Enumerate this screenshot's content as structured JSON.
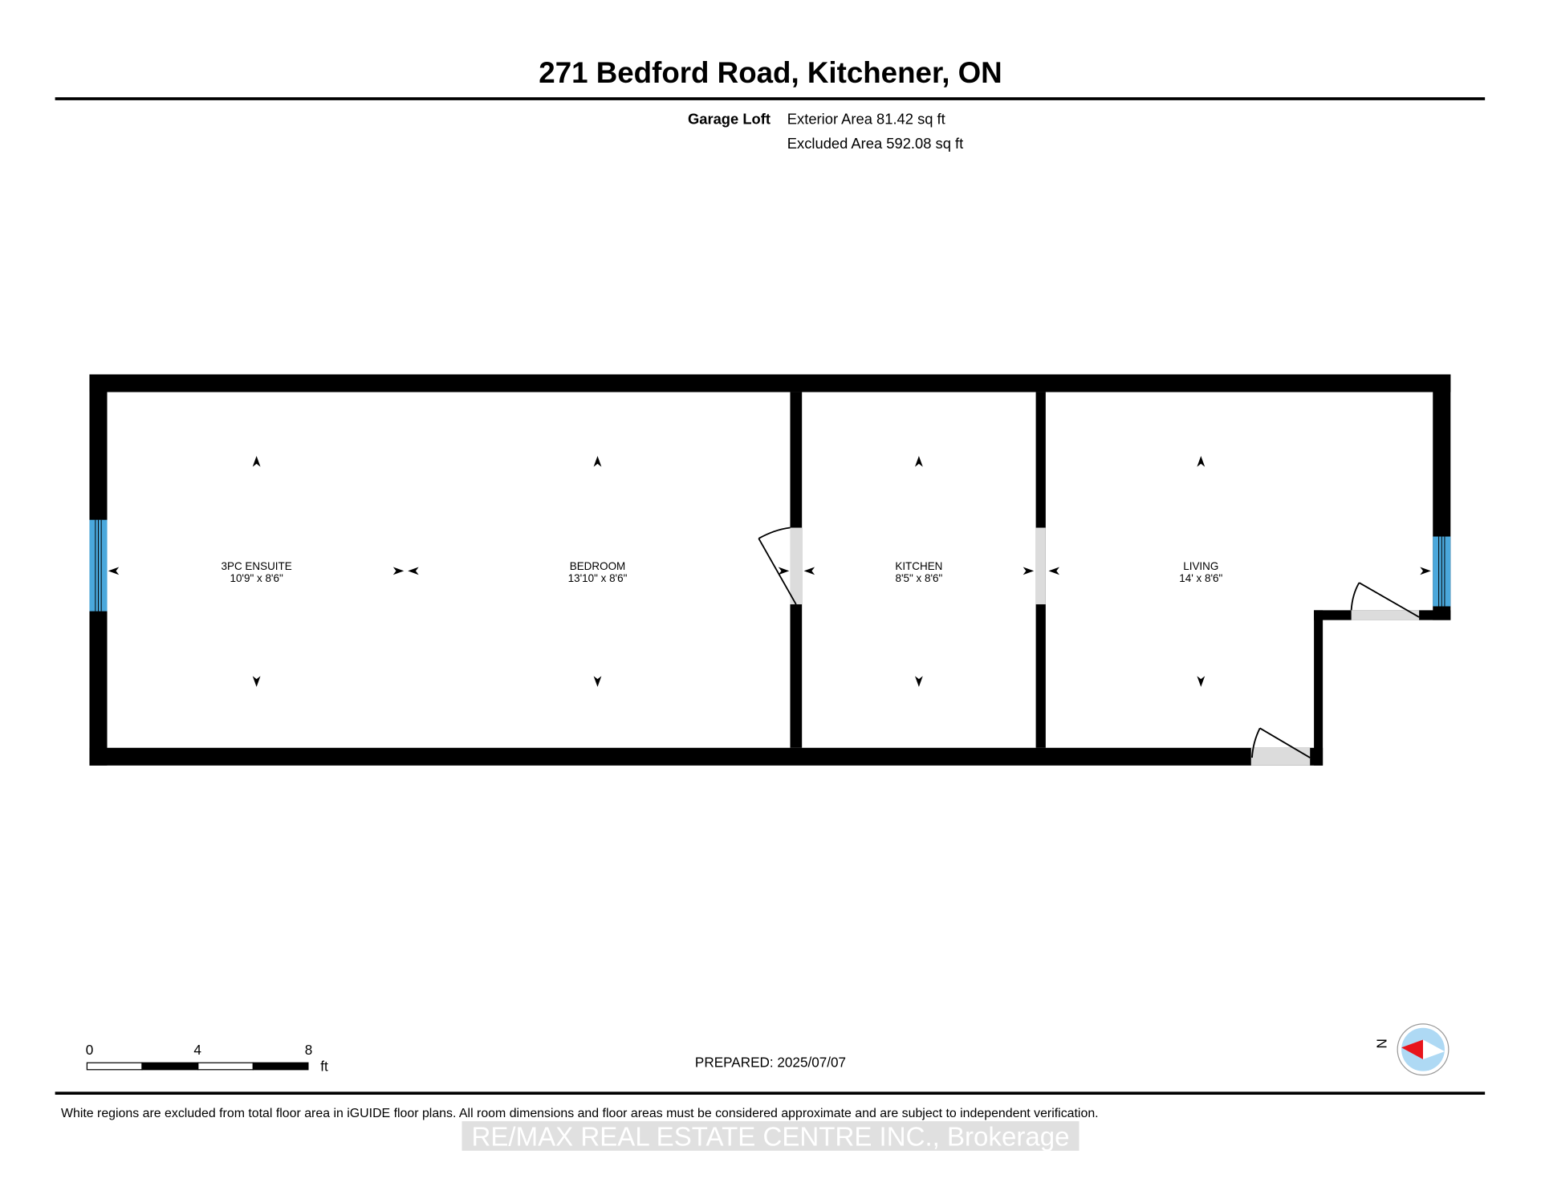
{
  "header": {
    "title": "271 Bedford Road, Kitchener, ON",
    "floor_name": "Garage Loft",
    "exterior_area": "Exterior Area 81.42 sq ft",
    "excluded_area": "Excluded Area 592.08 sq ft"
  },
  "rooms": [
    {
      "name": "3PC ENSUITE",
      "dims": "10'9\" x 8'6\""
    },
    {
      "name": "BEDROOM",
      "dims": "13'10\" x 8'6\""
    },
    {
      "name": "KITCHEN",
      "dims": "8'5\" x 8'6\""
    },
    {
      "name": "LIVING",
      "dims": "14' x 8'6\""
    }
  ],
  "scale_bar": {
    "labels": [
      "0",
      "4",
      "8"
    ],
    "unit": "ft"
  },
  "prepared": "PREPARED: 2025/07/07",
  "compass": {
    "label": "N"
  },
  "footer": {
    "disclaimer": "White regions are excluded from total floor area in iGUIDE floor plans. All room dimensions and floor areas must be considered approximate and are subject to independent verification.",
    "watermark": "RE/MAX REAL ESTATE CENTRE INC., Brokerage"
  },
  "colors": {
    "wall": "#000000",
    "window": "#4aa8dc",
    "opening": "#dcdcdc",
    "compass_fill": "#aed9f4",
    "compass_needle": "#e8141b"
  }
}
